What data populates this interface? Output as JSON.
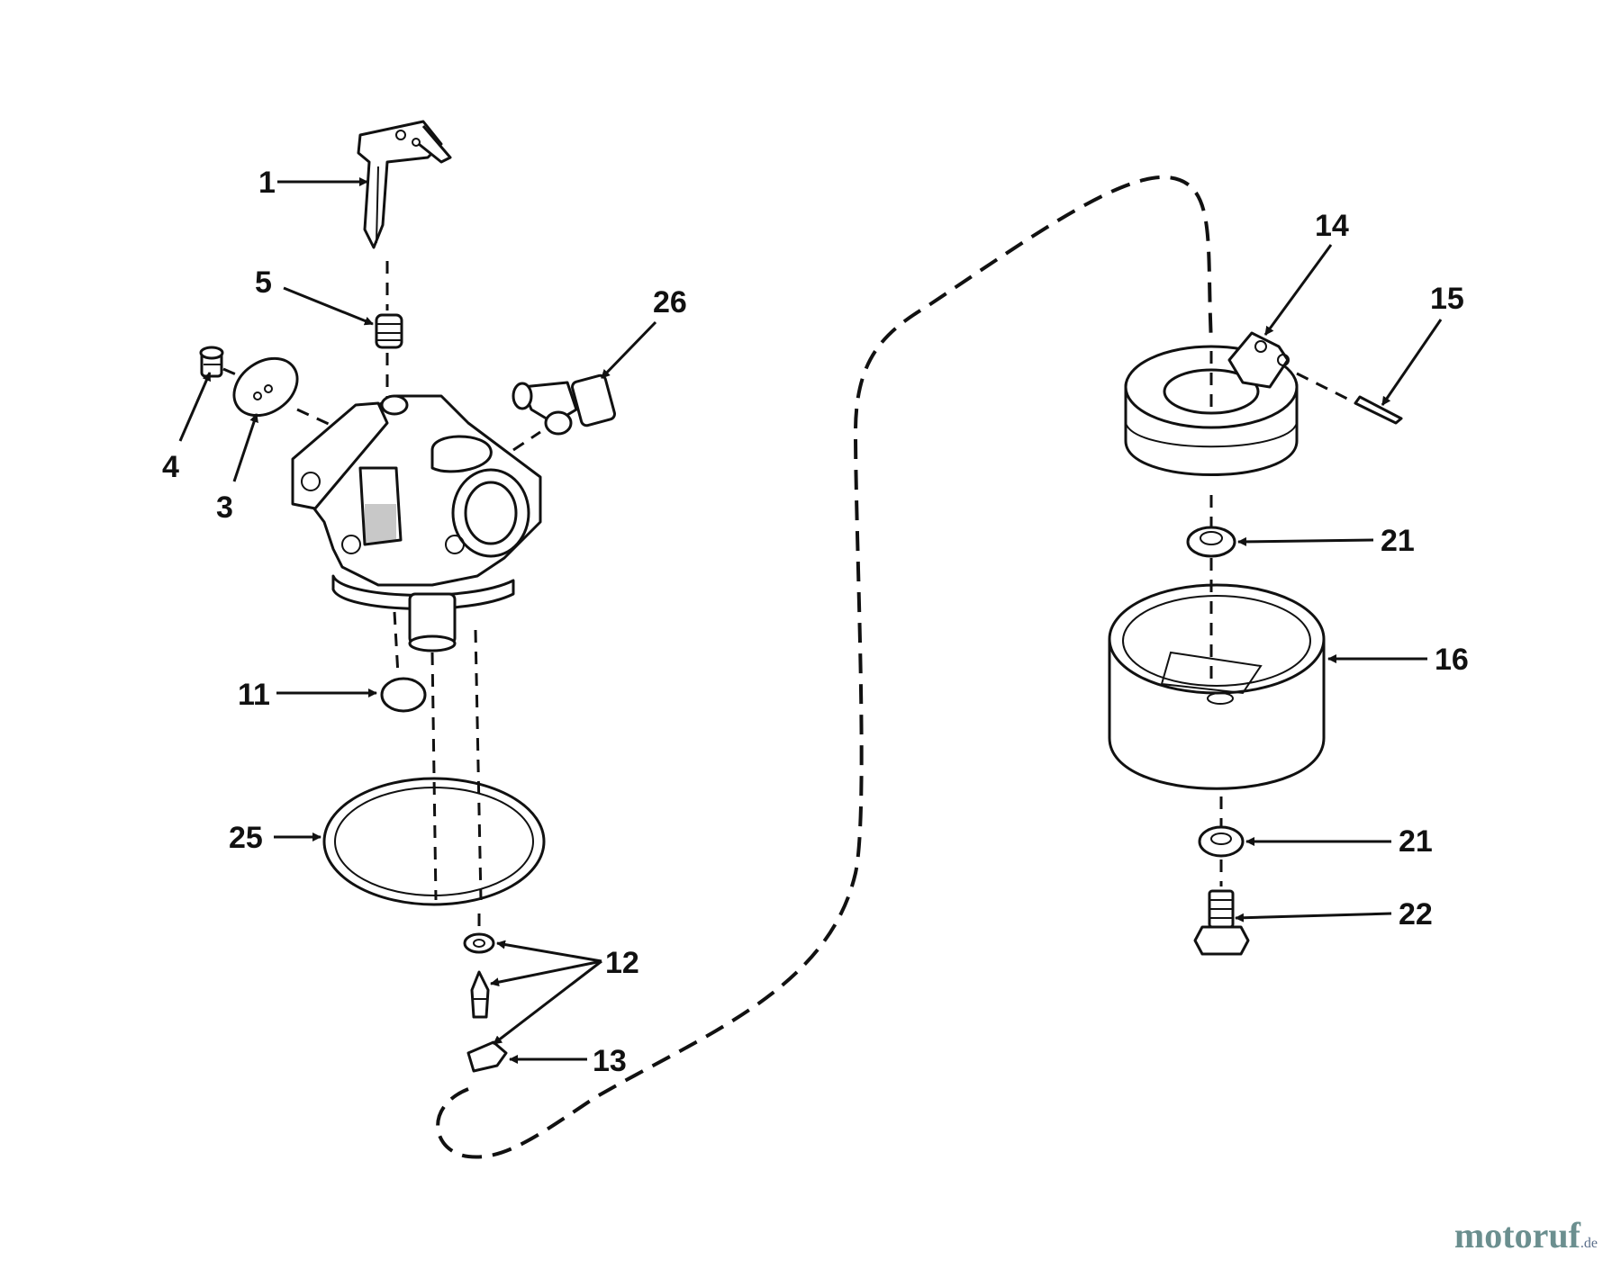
{
  "labels": {
    "p1": "1",
    "p3": "3",
    "p4": "4",
    "p5": "5",
    "p11": "11",
    "p12": "12",
    "p13": "13",
    "p14": "14",
    "p15": "15",
    "p16": "16",
    "p21a": "21",
    "p21b": "21",
    "p22": "22",
    "p25": "25",
    "p26": "26"
  },
  "watermark": {
    "brand": "motoruf",
    "tld": ".de"
  },
  "colors": {
    "line": "#111111",
    "watermark": "#6b8f8f"
  }
}
